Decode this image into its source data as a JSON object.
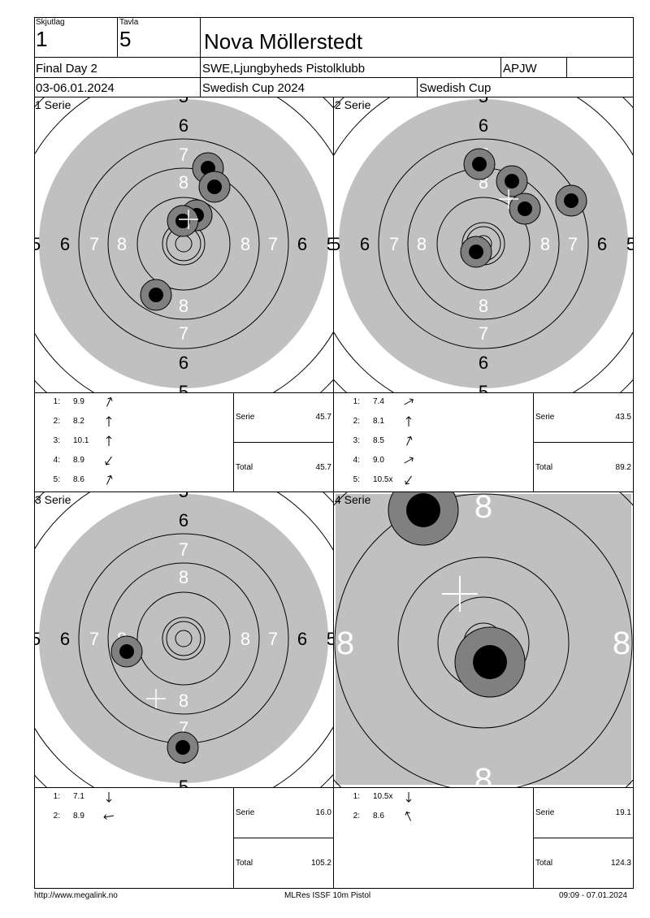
{
  "header": {
    "shooter_label": "Skjutlag",
    "shooter_value": "1",
    "target_label": "Tavla",
    "target_value": "5",
    "name": "Nova Möllerstedt",
    "event": "Final Day 2",
    "club": "SWE,Ljungbyheds Pistolklubb",
    "class_code": "APJW",
    "dates": "03-06.01.2024",
    "competition": "Swedish Cup 2024",
    "series_name": "Swedish Cup"
  },
  "series": [
    {
      "title": "1 Serie",
      "shots": [
        {
          "n": "1:",
          "value": "9.9",
          "dir": "arrow-ne-icon"
        },
        {
          "n": "2:",
          "value": "8.2",
          "dir": "arrow-n-icon"
        },
        {
          "n": "3:",
          "value": "10.1",
          "dir": "arrow-n-icon"
        },
        {
          "n": "4:",
          "value": "8.9",
          "dir": "arrow-sw-icon"
        },
        {
          "n": "5:",
          "value": "8.6",
          "dir": "arrow-ne-icon"
        }
      ],
      "serie_label": "Serie",
      "serie_value": "45.7",
      "total_label": "Total",
      "total_value": "45.7"
    },
    {
      "title": "2 Serie",
      "shots": [
        {
          "n": "1:",
          "value": "7.4",
          "dir": "arrow-ene-icon"
        },
        {
          "n": "2:",
          "value": "8.1",
          "dir": "arrow-n-icon"
        },
        {
          "n": "3:",
          "value": "8.5",
          "dir": "arrow-ne-icon"
        },
        {
          "n": "4:",
          "value": "9.0",
          "dir": "arrow-ene-icon"
        },
        {
          "n": "5:",
          "value": "10.5x",
          "dir": "arrow-sw-icon"
        }
      ],
      "serie_label": "Serie",
      "serie_value": "43.5",
      "total_label": "Total",
      "total_value": "89.2"
    },
    {
      "title": "3 Serie",
      "shots": [
        {
          "n": "1:",
          "value": "7.1",
          "dir": "arrow-s-icon"
        },
        {
          "n": "2:",
          "value": "8.9",
          "dir": "arrow-w-icon"
        }
      ],
      "serie_label": "Serie",
      "serie_value": "16.0",
      "total_label": "Total",
      "total_value": "105.2"
    },
    {
      "title": "4 Serie",
      "shots": [
        {
          "n": "1:",
          "value": "10.5x",
          "dir": "arrow-s-icon"
        },
        {
          "n": "2:",
          "value": "8.6",
          "dir": "arrow-nw-icon"
        }
      ],
      "serie_label": "Serie",
      "serie_value": "19.1",
      "total_label": "Total",
      "total_value": "124.3"
    }
  ],
  "ring_labels": [
    "5",
    "6",
    "7",
    "8"
  ],
  "footer": {
    "left": "http://www.megalink.no",
    "center": "MLRes ISSF 10m Pistol",
    "right": "09:09 - 07.01.2024"
  },
  "colors": {
    "target_gray": "#c0c0c0",
    "zoom_gray": "#c0c0c0",
    "hole_outer": "#808080",
    "hole_inner": "#000000"
  }
}
